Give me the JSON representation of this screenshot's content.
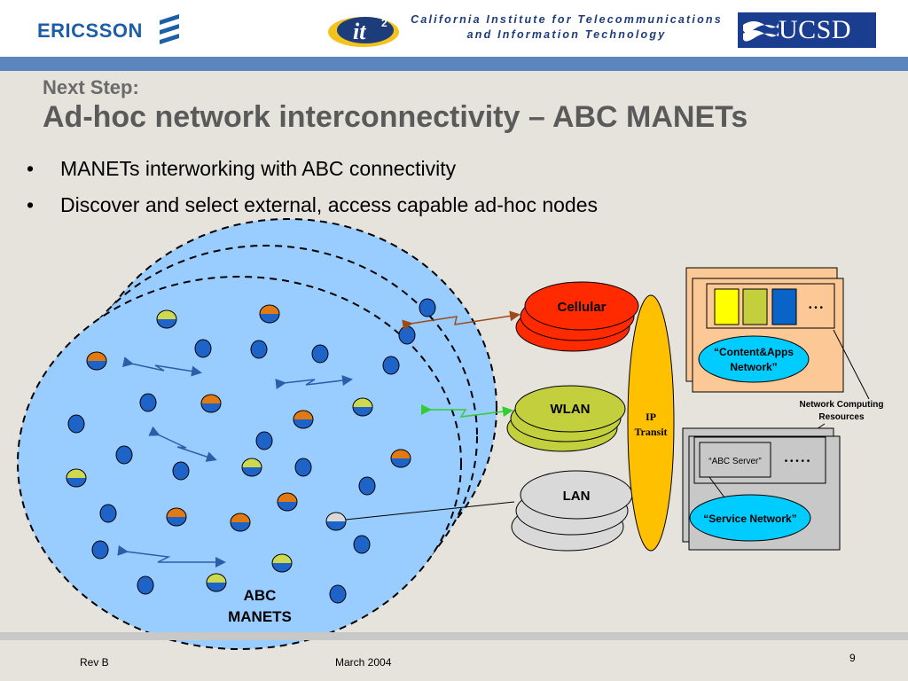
{
  "header": {
    "ericsson_logo": "ERICSSON",
    "calit2_logo_text": "it",
    "calit2_superscript": "2",
    "calit2_line1": "California Institute for Telecommunications",
    "calit2_line2": "and Information Technology",
    "ucsd_logo": "UCSD"
  },
  "title": {
    "small": "Next Step:",
    "main": "Ad-hoc network interconnectivity – ABC MANETs"
  },
  "bullets": [
    "MANETs interworking with ABC connectivity",
    "Discover and select external, access capable ad-hoc nodes"
  ],
  "diagram": {
    "cluster_label_line1": "ABC",
    "cluster_label_line2": "MANETS",
    "cellular": "Cellular",
    "wlan": "WLAN",
    "lan": "LAN",
    "ip_transit_line1": "IP",
    "ip_transit_line2": "Transit",
    "content_network_line1": "“Content&Apps",
    "content_network_line2": "Network”",
    "content_ellipsis": "• • •",
    "ncr_line1": "Network Computing",
    "ncr_line2": "Resources",
    "abc_server": "“ABC Server”",
    "server_ellipsis": "• • • • •",
    "service_network": "“Service Network”",
    "colors": {
      "manet_fill": "#99ccff",
      "node_blue": "#1e64c8",
      "node_orange": "#e27a14",
      "node_yellow": "#cfd94f",
      "cellular": "#ff2a00",
      "wlan": "#c3cf3c",
      "lan": "#d9d9d9",
      "ip_transit": "#ffc000",
      "content_box": "#fcc896",
      "service_box": "#c8c8c8",
      "cloud": "#00ccff"
    }
  },
  "footer": {
    "rev": "Rev B",
    "date": "March 2004",
    "page": "9"
  }
}
